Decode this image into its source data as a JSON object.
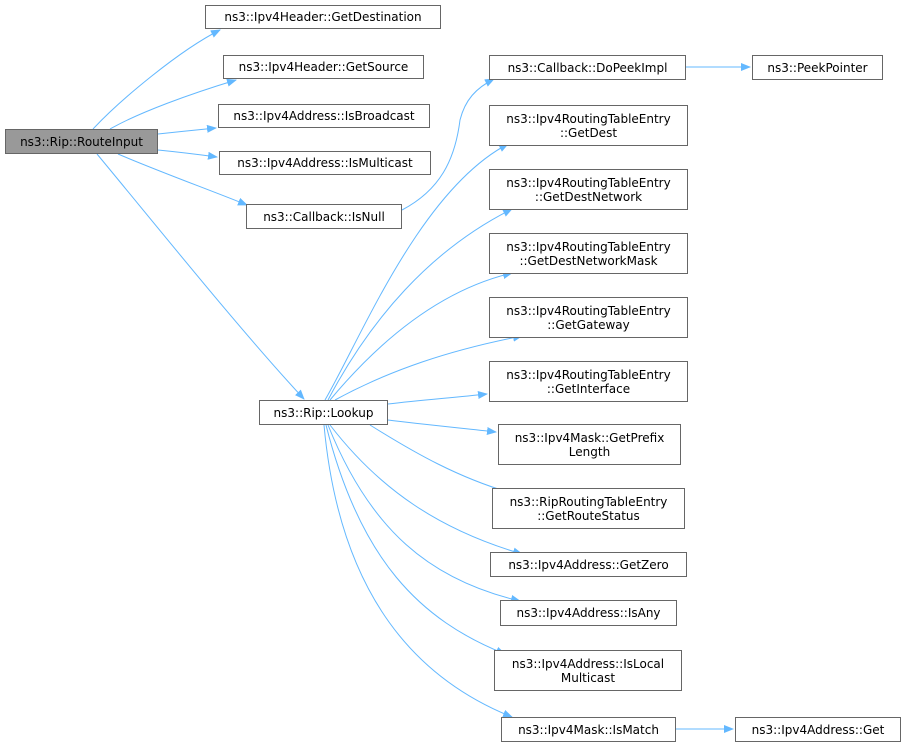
{
  "colors": {
    "edge": "#63b8ff",
    "node_border": "#666666",
    "root_fill": "#999999",
    "node_fill": "#ffffff"
  },
  "nodes": [
    {
      "id": "route_input",
      "lines": [
        "ns3::Rip::RouteInput"
      ],
      "root": true
    },
    {
      "id": "get_destination",
      "lines": [
        "ns3::Ipv4Header::GetDestination"
      ]
    },
    {
      "id": "get_source",
      "lines": [
        "ns3::Ipv4Header::GetSource"
      ]
    },
    {
      "id": "is_broadcast",
      "lines": [
        "ns3::Ipv4Address::IsBroadcast"
      ]
    },
    {
      "id": "is_multicast",
      "lines": [
        "ns3::Ipv4Address::IsMulticast"
      ]
    },
    {
      "id": "callback_is_null",
      "lines": [
        "ns3::Callback::IsNull"
      ]
    },
    {
      "id": "do_peek_impl",
      "lines": [
        "ns3::Callback::DoPeekImpl"
      ]
    },
    {
      "id": "peek_pointer",
      "lines": [
        "ns3::PeekPointer"
      ]
    },
    {
      "id": "lookup",
      "lines": [
        "ns3::Rip::Lookup"
      ]
    },
    {
      "id": "get_dest",
      "lines": [
        "ns3::Ipv4RoutingTableEntry",
        "::GetDest"
      ]
    },
    {
      "id": "get_dest_network",
      "lines": [
        "ns3::Ipv4RoutingTableEntry",
        "::GetDestNetwork"
      ]
    },
    {
      "id": "get_dest_network_mask",
      "lines": [
        "ns3::Ipv4RoutingTableEntry",
        "::GetDestNetworkMask"
      ]
    },
    {
      "id": "get_gateway",
      "lines": [
        "ns3::Ipv4RoutingTableEntry",
        "::GetGateway"
      ]
    },
    {
      "id": "get_interface",
      "lines": [
        "ns3::Ipv4RoutingTableEntry",
        "::GetInterface"
      ]
    },
    {
      "id": "get_prefix_length",
      "lines": [
        "ns3::Ipv4Mask::GetPrefix",
        "Length"
      ]
    },
    {
      "id": "get_route_status",
      "lines": [
        "ns3::RipRoutingTableEntry",
        "::GetRouteStatus"
      ]
    },
    {
      "id": "get_zero",
      "lines": [
        "ns3::Ipv4Address::GetZero"
      ]
    },
    {
      "id": "is_any",
      "lines": [
        "ns3::Ipv4Address::IsAny"
      ]
    },
    {
      "id": "is_local_multicast",
      "lines": [
        "ns3::Ipv4Address::IsLocal",
        "Multicast"
      ]
    },
    {
      "id": "is_match",
      "lines": [
        "ns3::Ipv4Mask::IsMatch"
      ]
    },
    {
      "id": "ipv4_address_get",
      "lines": [
        "ns3::Ipv4Address::Get"
      ]
    }
  ],
  "edges": [
    {
      "from": "route_input",
      "to": "get_destination"
    },
    {
      "from": "route_input",
      "to": "get_source"
    },
    {
      "from": "route_input",
      "to": "is_broadcast"
    },
    {
      "from": "route_input",
      "to": "is_multicast"
    },
    {
      "from": "route_input",
      "to": "callback_is_null"
    },
    {
      "from": "route_input",
      "to": "lookup"
    },
    {
      "from": "callback_is_null",
      "to": "do_peek_impl"
    },
    {
      "from": "do_peek_impl",
      "to": "peek_pointer"
    },
    {
      "from": "lookup",
      "to": "get_dest"
    },
    {
      "from": "lookup",
      "to": "get_dest_network"
    },
    {
      "from": "lookup",
      "to": "get_dest_network_mask"
    },
    {
      "from": "lookup",
      "to": "get_gateway"
    },
    {
      "from": "lookup",
      "to": "get_interface"
    },
    {
      "from": "lookup",
      "to": "get_prefix_length"
    },
    {
      "from": "lookup",
      "to": "get_route_status"
    },
    {
      "from": "lookup",
      "to": "get_zero"
    },
    {
      "from": "lookup",
      "to": "is_any"
    },
    {
      "from": "lookup",
      "to": "is_local_multicast"
    },
    {
      "from": "lookup",
      "to": "is_match"
    },
    {
      "from": "is_match",
      "to": "ipv4_address_get"
    }
  ]
}
